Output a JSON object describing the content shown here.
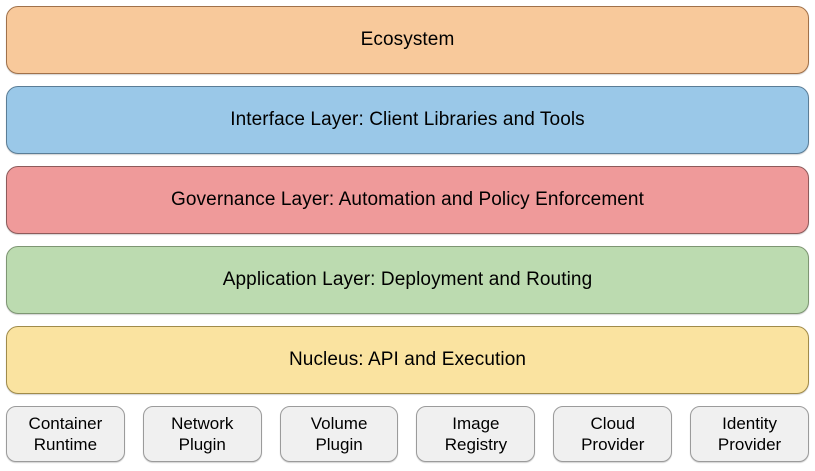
{
  "diagram": {
    "type": "layered-architecture-stack",
    "layers": [
      {
        "name": "ecosystem",
        "label": "Ecosystem",
        "fill": "#f8c99b",
        "border": "#a0714a"
      },
      {
        "name": "interface-layer",
        "label": "Interface Layer: Client Libraries and Tools",
        "fill": "#9ac8e8",
        "border": "#5b7d96"
      },
      {
        "name": "governance-layer",
        "label": "Governance Layer: Automation and Policy Enforcement",
        "fill": "#ef9a9a",
        "border": "#8d5b5b"
      },
      {
        "name": "application-layer",
        "label": "Application Layer: Deployment and Routing",
        "fill": "#bcdbb0",
        "border": "#7e9673"
      },
      {
        "name": "nucleus-layer",
        "label": "Nucleus: API and Execution",
        "fill": "#fae3a0",
        "border": "#a08b4a"
      }
    ],
    "foundation": [
      {
        "name": "container-runtime",
        "line1": "Container",
        "line2": "Runtime"
      },
      {
        "name": "network-plugin",
        "line1": "Network",
        "line2": "Plugin"
      },
      {
        "name": "volume-plugin",
        "line1": "Volume",
        "line2": "Plugin"
      },
      {
        "name": "image-registry",
        "line1": "Image",
        "line2": "Registry"
      },
      {
        "name": "cloud-provider",
        "line1": "Cloud",
        "line2": "Provider"
      },
      {
        "name": "identity-provider",
        "line1": "Identity",
        "line2": "Provider"
      }
    ]
  }
}
